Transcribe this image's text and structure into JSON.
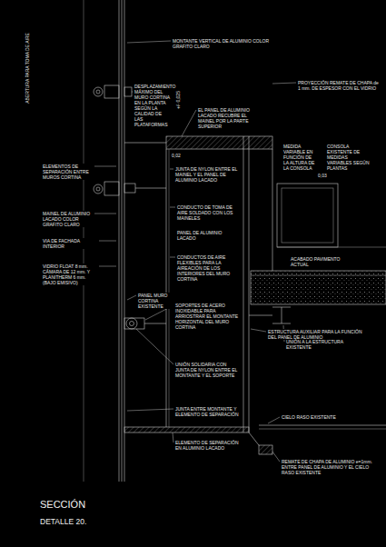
{
  "diagram": {
    "title": "SECCIÓN",
    "caption": "DETALLE 20.",
    "labels": [
      "ABERTURA PARA TOMA DE AIRE",
      "MONTANTE VERTICAL DE ALUMINIO COLOR GRAFITO CLARO",
      "DESPLAZAMIENTO MÁXIMO DEL MURO CORTINA EN LA PLANTA SEGÚN LA CALIDAD DE LAS PLATAFORMAS",
      "+/- 0,025",
      "PROYECCIÓN REMATE DE CHAPA de 1 mm. DE ESPESOR CON EL VIDRIO",
      "EL PANEL DE ALUMINIO LACADO RECUBRE EL MAINEL POR LA PARTE SUPERIOR",
      "ELEMENTOS DE SEPARACIÓN ENTRE MUROS CORTINA",
      "0,02",
      "JUNTA DE NYLON ENTRE EL MAINEL Y EL PANEL DE ALUMINIO LACADO",
      "MEDIDA VARIABLE EN FUNCIÓN DE LA ALTURA DE LA CONSOLA",
      "CONSOLA EXISTENTE DE MEDIDAS VARIABLES SEGÚN PLANTAS",
      "0,03",
      "MAINEL DE ALUMINIO LACADO COLOR GRAFITO CLARO",
      "CONDUCTO DE TOMA DE AIRE SOLDADO CON LOS MAINELES",
      "PANEL DE ALUMINIO LACADO",
      "VIA DE FACHADA INTERIOR",
      "CONDUCTOS DE AIRE FLEXIBLES PARA LA AIREACIÓN DE LOS INTERIORES DEL MURO CORTINA",
      "ACABADO PAVIMENTO ACTUAL",
      "VIDRIO FLOAT 8 mm. CÁMARA DE 12 mm. Y PLANITHERM 6 mm. (BAJO EMISIVO)",
      "PANEL MURO CORTINA EXISTENTE",
      "SOPORTES DE ACERO INOXIDABLE PARA ARRIOSTRAR EL MONTANTE HORIZONTAL DEL MURO CORTINA",
      "ESTRUCTURA AUXILIAR PARA LA FUNCIÓN DEL PANEL DE ALUMINIO",
      "UNIÓN A LA ESTRUCTURA EXISTENTE",
      "UNIÓN SOLIDARIA CON JUNTA DE NYLON ENTRE EL MONTANTE Y EL SOPORTE",
      "JUNTA ENTRE MONTANTE Y ELEMENTO DE SEPARACIÓN",
      "ELEMENTO DE SEPARACIÓN EN ALUMINIO LACADO",
      "CIELO RASO EXISTENTE",
      "REMATE DE CHAPA DE ALUMINIO e=1mm. ENTRE PANEL DE ALUMINIO Y EL CIELO RASO EXISTENTE"
    ]
  }
}
